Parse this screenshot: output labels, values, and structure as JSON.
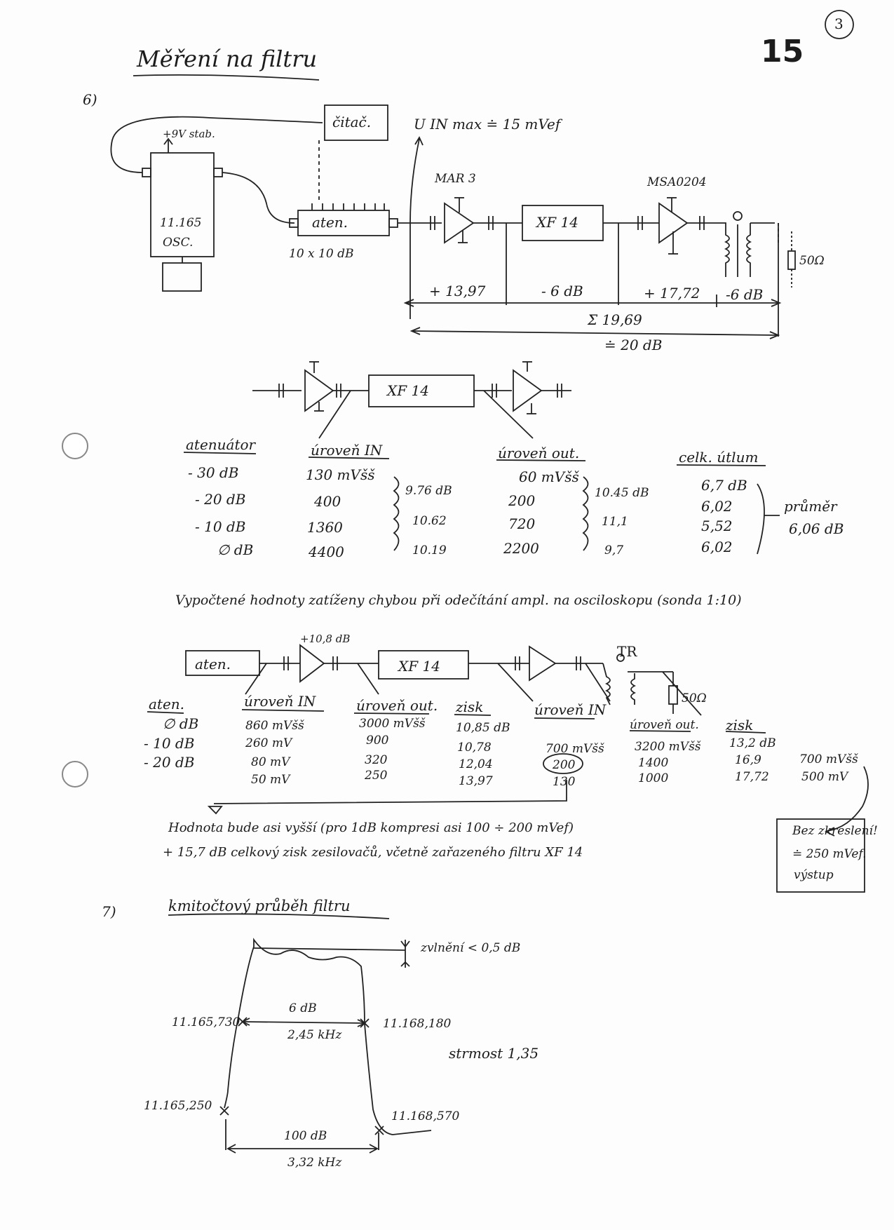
{
  "page": {
    "title": "Měření na filtru",
    "page_number": "15",
    "circled_number": "3"
  },
  "section6": {
    "label": "6)",
    "counter": "čitač.",
    "supply": "+9V stab.",
    "oscillator": [
      "11.165",
      "OSC."
    ],
    "uin_max": "U IN max ≐ 15 mVef",
    "amp1": "MAR 3",
    "amp2": "MSA0204",
    "attenuator": "aten.",
    "attenuator_steps": "10 x 10 dB",
    "filter": "XF 14",
    "load": "50Ω",
    "gains": [
      "+ 13,97",
      "- 6 dB",
      "+ 17,72",
      "-6 dB"
    ],
    "total": [
      "Σ 19,69",
      "≐ 20 dB"
    ]
  },
  "table1": {
    "headers": [
      "atenuátor",
      "úroveň IN",
      "úroveň out.",
      "celk. útlum"
    ],
    "rows": [
      [
        "- 30 dB",
        "130 mVšš",
        "60 mVšš",
        "6,7 dB"
      ],
      [
        "- 20 dB",
        "400",
        "200",
        "6,02"
      ],
      [
        "- 10 dB",
        "1360",
        "720",
        "5,52"
      ],
      [
        "∅ dB",
        "4400",
        "2200",
        "6,02"
      ]
    ],
    "in_diffs": [
      "9.76 dB",
      "10.62",
      "10.19"
    ],
    "out_diffs": [
      "10.45 dB",
      "11,1",
      "9,7"
    ],
    "average_label": "průměr",
    "average_value": "6,06 dB"
  },
  "note1": "Vypočtené hodnoty zatíženy chybou při odečítání ampl. na osciloskopu (sonda 1:10)",
  "chain2": {
    "gain1": "+10,8 dB",
    "aten": "aten.",
    "filter": "XF 14",
    "tr": "TR",
    "load": "50Ω"
  },
  "table2": {
    "headers": [
      "aten.",
      "úroveň IN",
      "úroveň out.",
      "zisk",
      "úroveň IN",
      "úroveň out.",
      "zisk"
    ],
    "aten": [
      "∅ dB",
      "- 10 dB",
      "- 20 dB",
      ""
    ],
    "in1": [
      "860 mVšš",
      "260 mV",
      "80 mV",
      "50 mV"
    ],
    "out1": [
      "3000 mVšš",
      "900",
      "320",
      "250"
    ],
    "gain1": [
      "10,85 dB",
      "10,78",
      "12,04",
      "13,97"
    ],
    "in2": [
      "700 mVšš",
      "200",
      "130"
    ],
    "out2": [
      "3200 mVšš",
      "1400",
      "1000"
    ],
    "gain2": [
      "13,2 dB",
      "16,9",
      "17,72"
    ],
    "extra": [
      "700 mVšš",
      "500 mV"
    ]
  },
  "note2": [
    "Hodnota bude asi vyšší (pro 1dB kompresi asi 100 ÷ 200 mVef)",
    "+ 15,7 dB celkový zisk zesilovačů, včetně zařazeného filtru XF 14"
  ],
  "boxnote": [
    "Bez zkreslení!",
    "≐ 250 mVef.",
    "výstup"
  ],
  "section7": {
    "label": "7)",
    "title": "kmitočtový průběh filtru",
    "ripple": "zvlnění < 0,5 dB",
    "f6_left": "11.165,730",
    "f6_right": "11.168,180",
    "db6": "6 dB",
    "bw6": "2,45 kHz",
    "steepness": "strmost 1,35",
    "f100_left": "11.165,250",
    "f100_right": "11.168,570",
    "db100": "100 dB",
    "bw100": "3,32 kHz"
  }
}
